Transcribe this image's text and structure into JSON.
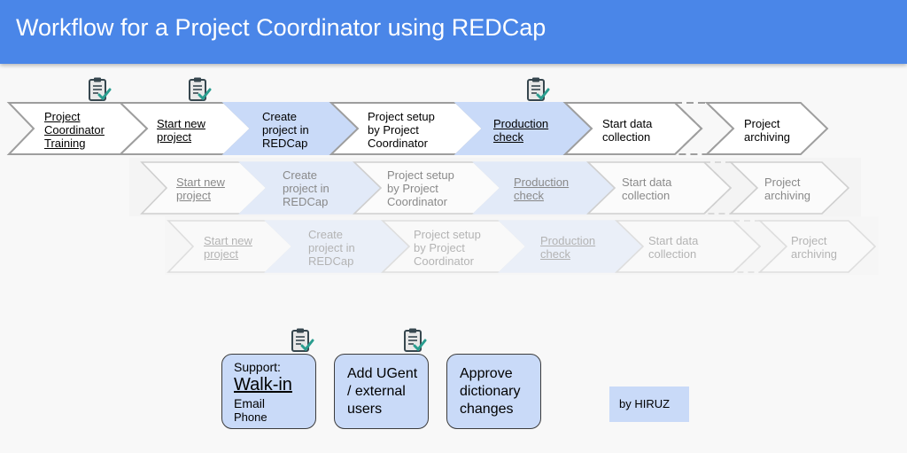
{
  "header": {
    "title": "Workflow for a Project Coordinator using REDCap"
  },
  "workflow": {
    "row1": {
      "steps": [
        {
          "label": "Project\nCoordinator\nTraining",
          "link": true
        },
        {
          "label": "Start new\nproject",
          "link": true
        },
        {
          "label": "Create\nproject in\nREDCap",
          "link": false
        },
        {
          "label": "Project setup\nby Project\nCoordinator",
          "link": false
        },
        {
          "label": "Production\ncheck",
          "link": true
        },
        {
          "label": "Start data\ncollection",
          "link": false
        },
        {
          "label": "Project\narchiving",
          "link": false
        }
      ]
    },
    "row2": {
      "steps": [
        {
          "label": "Start new\nproject",
          "link": true
        },
        {
          "label": "Create\nproject in\nREDCap",
          "link": false
        },
        {
          "label": "Project setup\nby Project\nCoordinator",
          "link": false
        },
        {
          "label": "Production\ncheck",
          "link": true
        },
        {
          "label": "Start data\ncollection",
          "link": false
        },
        {
          "label": "Project\narchiving",
          "link": false
        }
      ]
    },
    "row3": {
      "steps": [
        {
          "label": "Start new\nproject",
          "link": true
        },
        {
          "label": "Create\nproject in\nREDCap",
          "link": false
        },
        {
          "label": "Project setup\nby Project\nCoordinator",
          "link": false
        },
        {
          "label": "Production\ncheck",
          "link": true
        },
        {
          "label": "Start data\ncollection",
          "link": false
        },
        {
          "label": "Project\narchiving",
          "link": false
        }
      ]
    }
  },
  "support": {
    "title": "Support:",
    "walkin": "Walk-in",
    "email": "Email",
    "phone": "Phone"
  },
  "add_users": {
    "label": "Add UGent\n/ external\nusers"
  },
  "approve": {
    "label": "Approve\ndictionary\nchanges"
  },
  "credit": {
    "label": "by HIRUZ"
  },
  "icons": {
    "checklist": "clipboard-check-icon"
  },
  "colors": {
    "header": "#4a86e8",
    "highlight": "#c9daf8",
    "check": "#2a9d8f"
  }
}
